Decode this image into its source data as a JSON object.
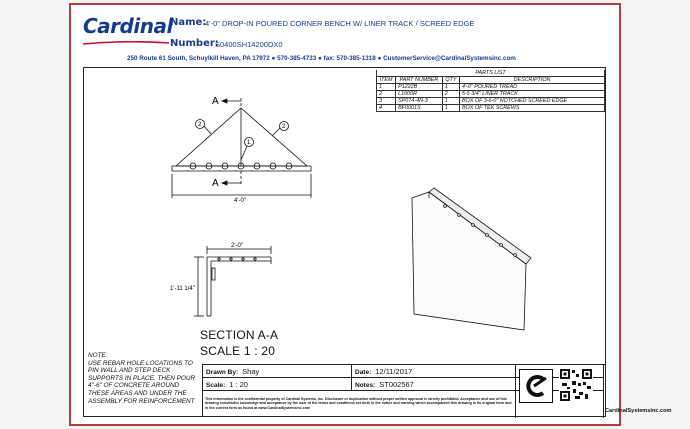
{
  "header": {
    "brand": "Cardinal",
    "name_label": "Name:",
    "name_value": "4'-0\" DROP-IN POURED CORNER BENCH W/ LINER TRACK / SCREED EDGE",
    "number_label": "Number:",
    "number_value": "S0400SH14200DX0",
    "address": "250 Route 61 South, Schuylkill Haven, PA 17972 ● 570-385-4733 ● fax: 570-385-1318 ● CustomerService@CardinalSystemsinc.com"
  },
  "parts_list": {
    "title": "PARTS LIST",
    "columns": [
      "ITEM",
      "PART NUMBER",
      "QTY",
      "DESCRIPTION"
    ],
    "rows": [
      [
        "1",
        "P1222B",
        "1",
        "4'-0\" POURED TREAD"
      ],
      [
        "2",
        "L1000R",
        "2",
        "5-5 3/4\" LINER TRACK"
      ],
      [
        "3",
        "SP074-4N-3",
        "1",
        "BOX OF 3-6-0\" NOTCHED SCREED EDGE"
      ],
      [
        "4",
        "BF0001S",
        "1",
        "BOX OF TEK SCREWS"
      ]
    ]
  },
  "drawing": {
    "section_marker": "A",
    "balloon_1": "1",
    "balloon_2": "2",
    "top_dim": "4'-0\"",
    "section_width_dim": "2'-0\"",
    "section_height_dim": "1'-11 1/4\"",
    "section_title": "SECTION A-A",
    "section_scale": "SCALE 1 : 20"
  },
  "note": "NOTE:\nUSE REBAR HOLE LOCATIONS TO PIN WALL AND STEP DECK SUPPORTS IN PLACE. THEN POUR 4\"-6\" OF CONCRETE AROUND THESE AREAS AND UNDER THE ASSEMBLY FOR REINFORCEMENT",
  "title_block": {
    "drawn_by_label": "Drawn By:",
    "drawn_by": "Shay",
    "date_label": "Date:",
    "date": "12/11/2017",
    "scale_label": "Scale:",
    "scale": "1 : 20",
    "notes_label": "Notes:",
    "notes": "ST002567",
    "disclaimer": "This information is the confidential property of Cardinal Systems, Inc. Disclosure or duplication without proper written approval is strictly prohibited. Acceptance and use of this drawing constitutes knowledge and acceptance by the user of the terms and conditions set forth in the notice and warning which accompanied this drawing in its original form and in the current form as found at www.CardinalSystemsinc.com",
    "website": "CardinalSystemsinc.com"
  },
  "colors": {
    "brand_blue": "#173b8a",
    "border_red": "#b23a3a"
  }
}
